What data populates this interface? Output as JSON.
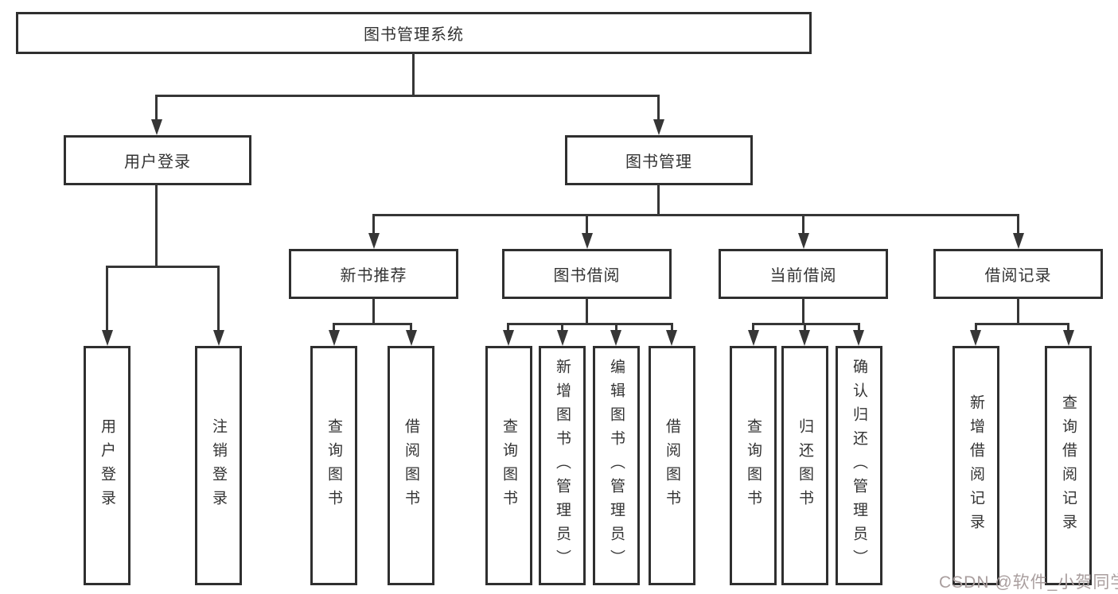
{
  "diagram": {
    "root_label": "图书管理系统",
    "branches": [
      {
        "label": "用户登录",
        "leaves": [
          {
            "label": "用户登录"
          },
          {
            "label": "注销登录"
          }
        ]
      },
      {
        "label": "图书管理",
        "sections": [
          {
            "label": "新书推荐",
            "leaves": [
              {
                "label": "查询图书"
              },
              {
                "label": "借阅图书"
              }
            ]
          },
          {
            "label": "图书借阅",
            "leaves": [
              {
                "label": "查询图书"
              },
              {
                "label": "新增图书（管理员）"
              },
              {
                "label": "编辑图书（管理员）"
              },
              {
                "label": "借阅图书"
              }
            ]
          },
          {
            "label": "当前借阅",
            "leaves": [
              {
                "label": "查询图书"
              },
              {
                "label": "归还图书"
              },
              {
                "label": "确认归还（管理员）"
              }
            ]
          },
          {
            "label": "借阅记录",
            "leaves": [
              {
                "label": "新增借阅记录"
              },
              {
                "label": "查询借阅记录"
              }
            ]
          }
        ]
      }
    ]
  },
  "watermark": {
    "text": "CSDN @软件_小贺同学",
    "color": "#a99e9e"
  },
  "colors": {
    "line": "#363636",
    "box_border": "#2f2f2f",
    "box_background": "#ffffff",
    "text": "#333333"
  }
}
